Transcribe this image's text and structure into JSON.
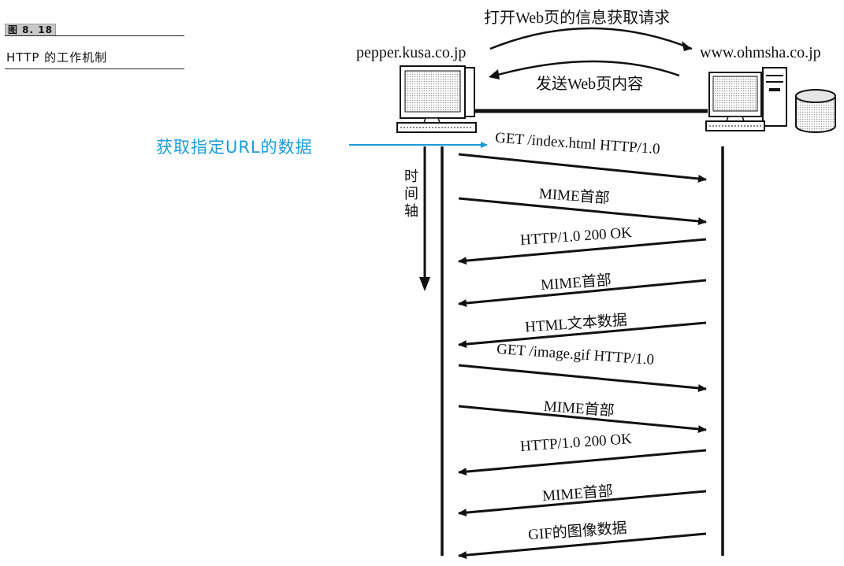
{
  "figure": {
    "label": "图 8. 18",
    "caption": "HTTP 的工作机制"
  },
  "client": {
    "host": "pepper.kusa.co.jp",
    "icon": "desktop-computer"
  },
  "server": {
    "host": "www.ohmsha.co.jp",
    "icon": "server-with-database"
  },
  "request_label": "打开Web页的信息获取请求",
  "response_label": "发送Web页内容",
  "annotation": {
    "text": "获取指定URL的数据",
    "color": "#1a9ad6"
  },
  "time_axis_label": "时间轴",
  "messages": [
    {
      "text": "GET /index.html HTTP/1.0",
      "direction": "to-server"
    },
    {
      "text": "MIME首部",
      "direction": "to-server"
    },
    {
      "text": "HTTP/1.0 200 OK",
      "direction": "to-client"
    },
    {
      "text": "MIME首部",
      "direction": "to-client"
    },
    {
      "text": "HTML文本数据",
      "direction": "to-client"
    },
    {
      "text": "GET /image.gif  HTTP/1.0",
      "direction": "to-server"
    },
    {
      "text": "MIME首部",
      "direction": "to-server"
    },
    {
      "text": "HTTP/1.0 200 OK",
      "direction": "to-client"
    },
    {
      "text": "MIME首部",
      "direction": "to-client"
    },
    {
      "text": "GIF的图像数据",
      "direction": "to-client"
    }
  ]
}
